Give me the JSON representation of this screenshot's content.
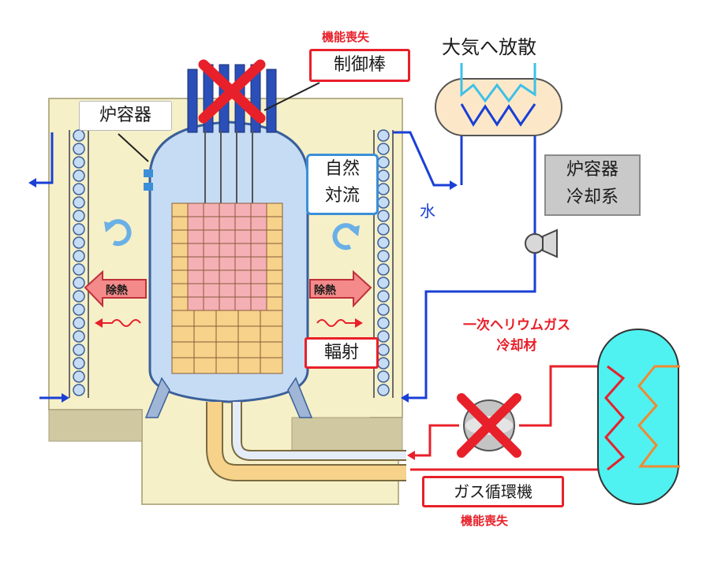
{
  "labels": {
    "loss_of_function_top": "機能喪失",
    "control_rods": "制御棒",
    "reactor_vessel": "炉容器",
    "natural_convection_line1": "自然",
    "natural_convection_line2": "対流",
    "release_to_atmosphere": "大気へ放散",
    "vessel_cooling_system_line1": "炉容器",
    "vessel_cooling_system_line2": "冷却系",
    "water": "水",
    "heat_removal_left": "除熱",
    "heat_removal_right": "除熱",
    "radiation": "輻射",
    "primary_helium_line1": "一次ヘリウムガス",
    "primary_helium_line2": "冷却材",
    "gas_circulator": "ガス循環機",
    "loss_of_function_bottom": "機能喪失"
  },
  "colors": {
    "fail_red": "#e8202a",
    "water_blue": "#1a3fd6",
    "vessel_blue": "#c6dcf4",
    "concrete": "#f6f0c8",
    "core_pink": "#f4b0b4",
    "reflector": "#f6d28a",
    "hx_cyan": "#4ff1f1"
  },
  "icons": [
    "cross-mark-icon",
    "rotation-arrow-icon",
    "wavy-radiation-icon",
    "pump-icon"
  ]
}
